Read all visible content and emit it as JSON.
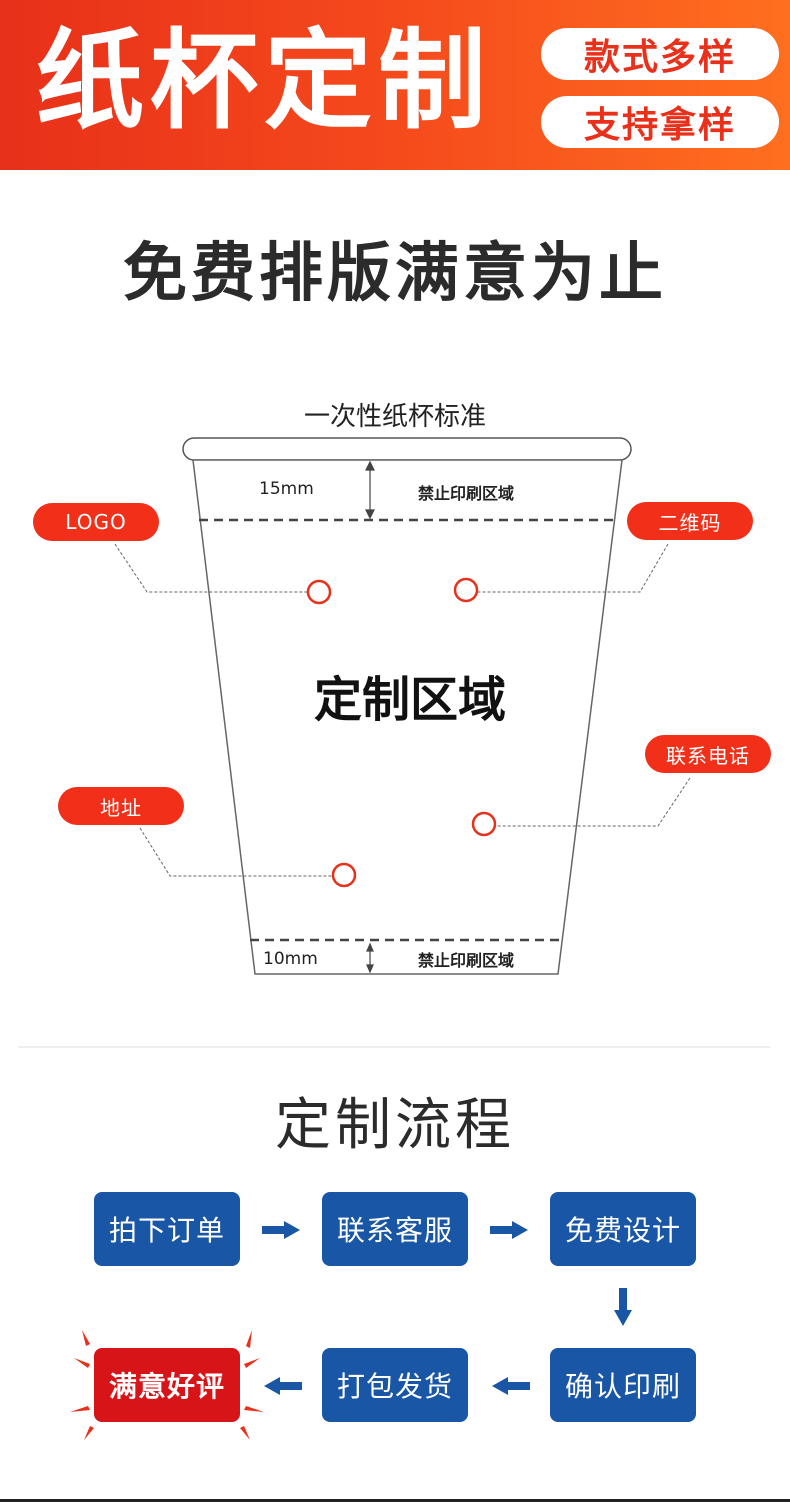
{
  "banner": {
    "title": "纸杯定制",
    "badges": [
      "款式多样",
      "支持拿样"
    ]
  },
  "headline": "免费排版满意为止",
  "cup_diagram": {
    "title": "一次性纸杯标准",
    "top_margin_label": "15mm",
    "bottom_margin_label": "10mm",
    "forbidden_area_label": "禁止印刷区域",
    "custom_area_label": "定制区域",
    "tags": {
      "logo": "LOGO",
      "qr_code": "二维码",
      "phone": "联系电话",
      "address": "地址"
    }
  },
  "process": {
    "title": "定制流程",
    "steps": [
      "拍下订单",
      "联系客服",
      "免费设计",
      "确认印刷",
      "打包发货",
      "满意好评"
    ]
  },
  "colors": {
    "brand_red": "#e8301a",
    "step_blue": "#1a56a6",
    "final_red": "#d71518"
  }
}
